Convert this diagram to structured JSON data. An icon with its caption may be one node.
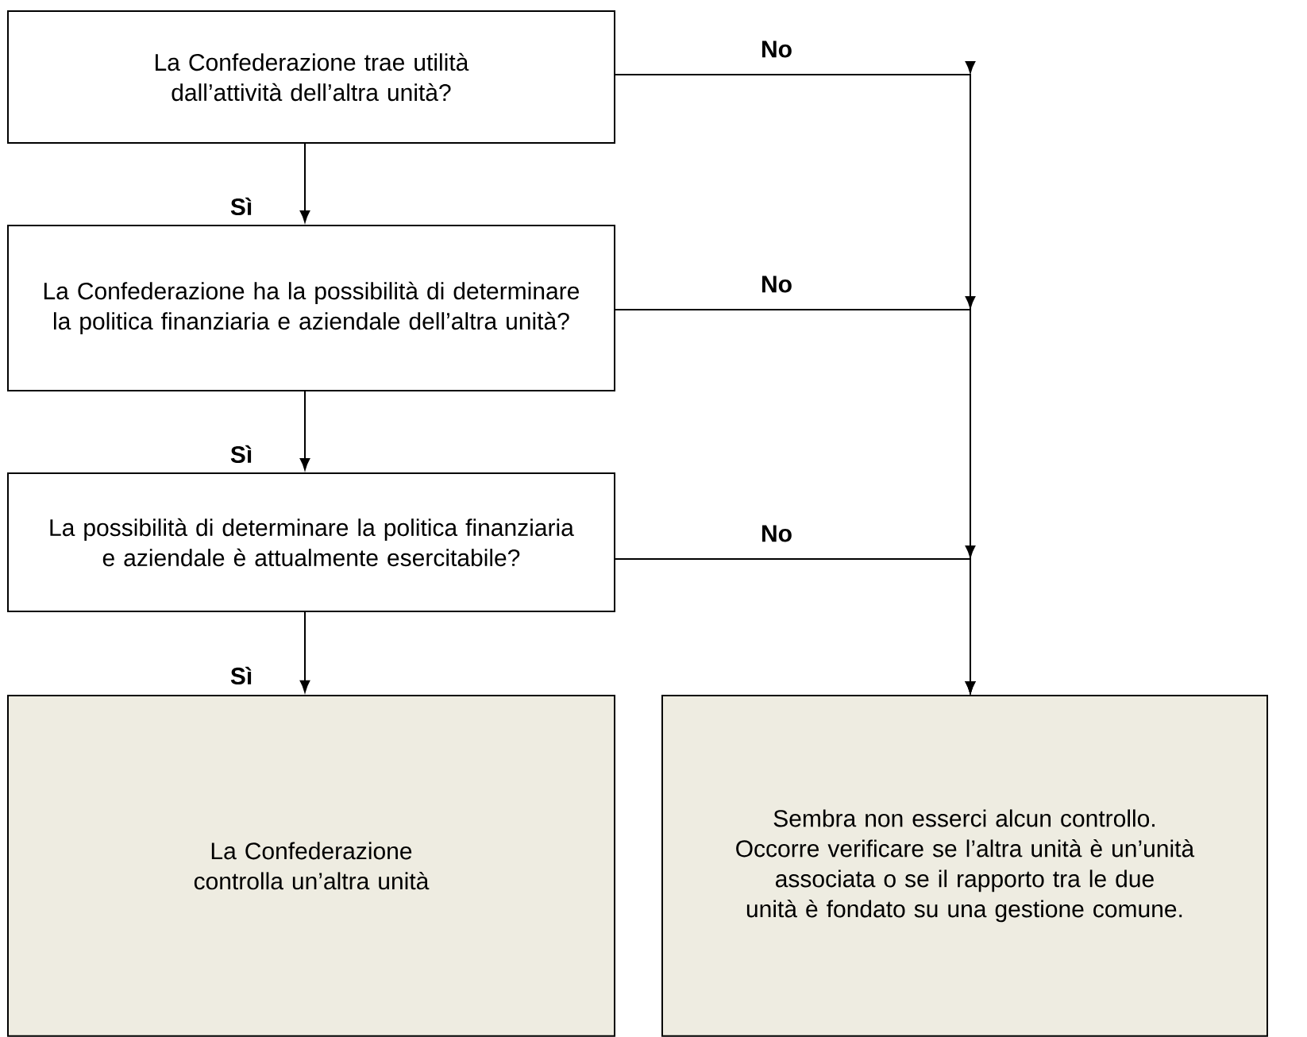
{
  "diagram": {
    "nodes": [
      {
        "text": [
          "La Confederazione trae utilità dall’attività dell’altra unità?"
        ]
      },
      {
        "text": [
          "La Confederazione ha la possibilità di determinare la politica finanziaria e aziendale dell’altra unità?"
        ]
      },
      {
        "text": [
          "La possibilità di determinare la politica finanziaria e aziendale è attualmente esercitabile?"
        ]
      },
      {
        "text": [
          "La Confederazione controlla un’altra unità"
        ]
      },
      {
        "text": [
          "Sembra non esserci alcun controllo. Occorre verificare se l’altra unità è un’unità associata o se il rapporto tra le due unità è fondato su una gestione comune."
        ]
      }
    ],
    "edges": [
      {
        "from": 0,
        "to": 1,
        "arrow": "to",
        "label": "Sì"
      },
      {
        "from": 1,
        "to": 2,
        "arrow": "to",
        "label": "Sì"
      },
      {
        "from": 2,
        "to": 3,
        "arrow": "to",
        "label": "Sì"
      },
      {
        "from": 0,
        "to": 4,
        "arrow": "to",
        "label": "No"
      },
      {
        "from": 1,
        "to": 4,
        "arrow": "to",
        "label": "No"
      },
      {
        "from": 2,
        "to": 4,
        "arrow": "to",
        "label": "No"
      }
    ]
  }
}
